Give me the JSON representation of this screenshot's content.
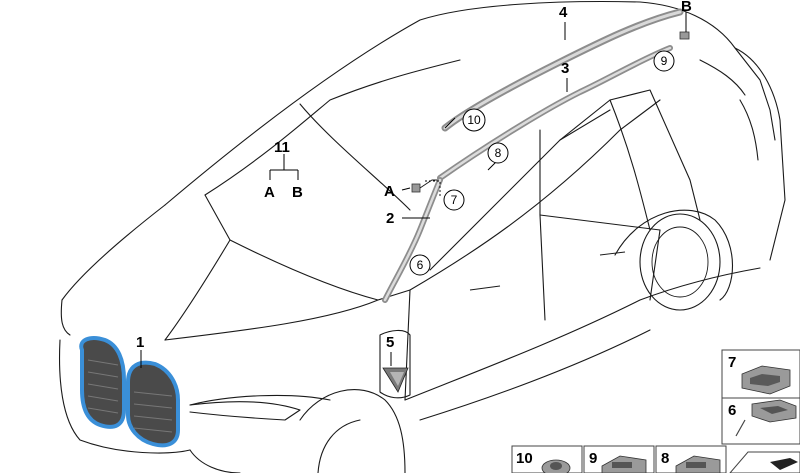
{
  "callouts": {
    "c1": "1",
    "c2": "2",
    "c3": "3",
    "c4": "4",
    "c5": "5",
    "c11": "11",
    "c11a": "A",
    "c11b": "B",
    "cA": "A",
    "cB": "B"
  },
  "circled": {
    "n6": "6",
    "n7": "7",
    "n8": "8",
    "n9": "9",
    "n10": "10"
  },
  "panels": {
    "p7": "7",
    "p6": "6",
    "p10": "10",
    "p9": "9",
    "p8": "8"
  },
  "colors": {
    "accent_blue": "#3a8fd8",
    "trim_grey": "#9a9a9a",
    "line": "#1a1a1a"
  }
}
